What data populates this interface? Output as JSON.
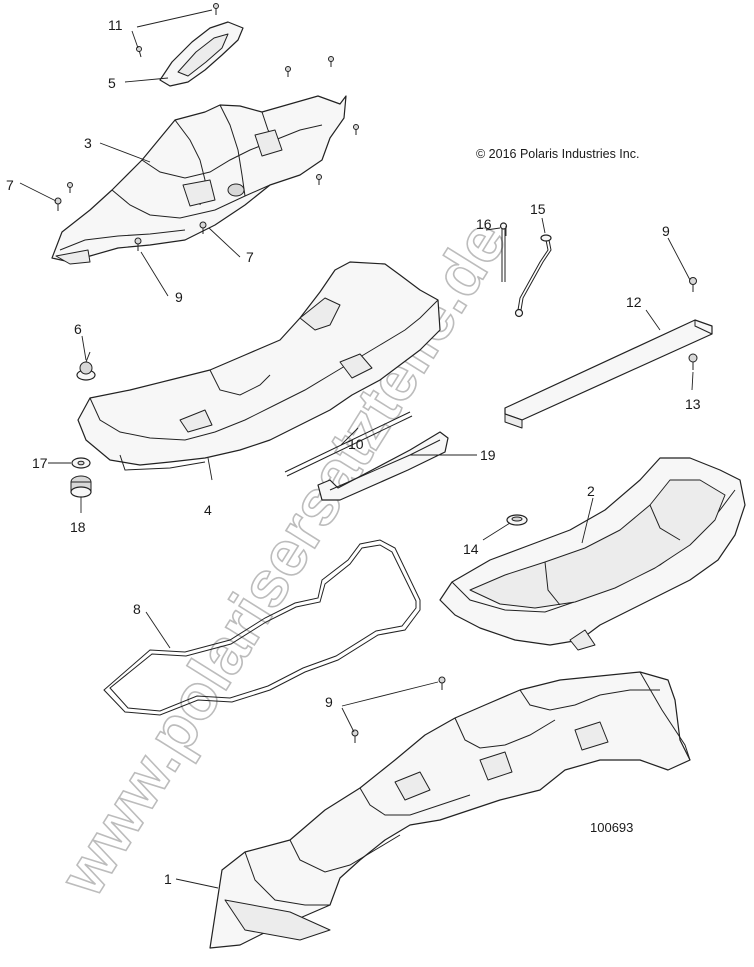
{
  "copyright": "© 2016 Polaris Industries Inc.",
  "watermark": "www.polarisersatzteile.de",
  "diagram_ref": "100693",
  "callouts": {
    "c1": "1",
    "c2": "2",
    "c3": "3",
    "c4": "4",
    "c5": "5",
    "c6": "6",
    "c7a": "7",
    "c7b": "7",
    "c8": "8",
    "c9a": "9",
    "c9b": "9",
    "c9c": "9",
    "c10": "10",
    "c11": "11",
    "c12": "12",
    "c13": "13",
    "c14": "14",
    "c15": "15",
    "c16": "16",
    "c17": "17",
    "c18": "18",
    "c19": "19"
  }
}
